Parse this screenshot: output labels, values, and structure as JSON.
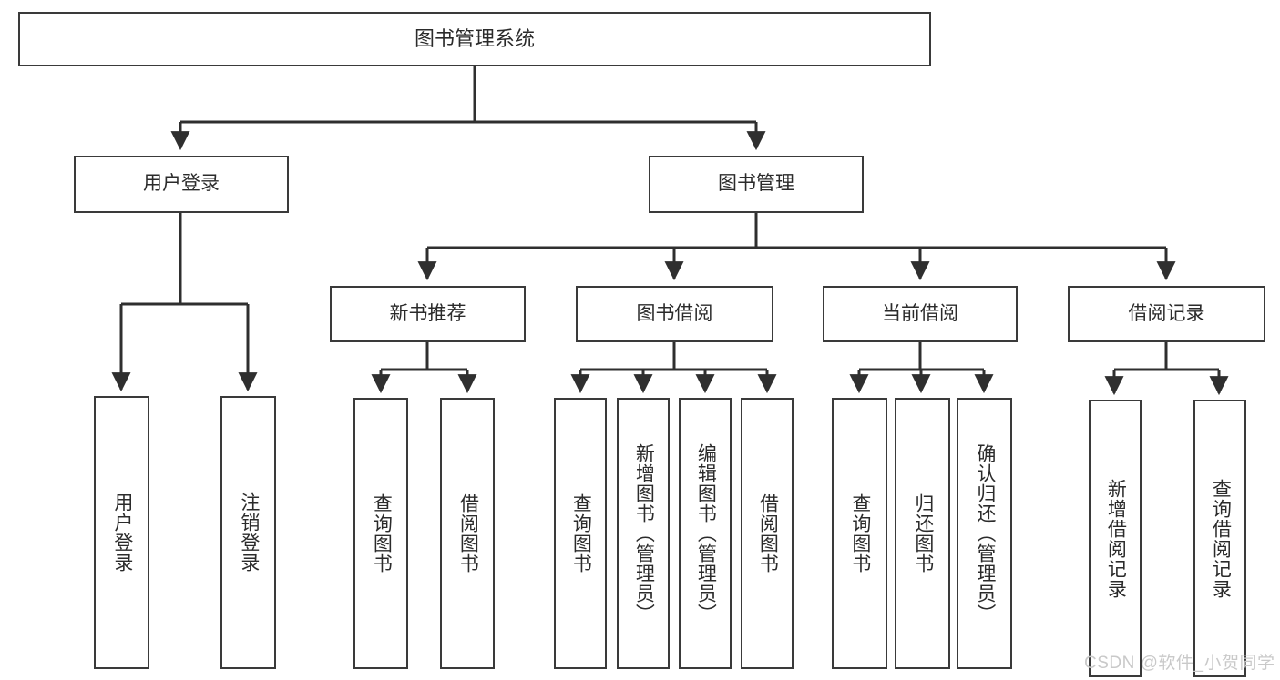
{
  "diagram": {
    "title": "图书管理系统",
    "type": "tree-hierarchy-chart",
    "levels": {
      "root": {
        "label": "图书管理系统"
      },
      "level2": [
        {
          "label": "用户登录"
        },
        {
          "label": "图书管理"
        }
      ],
      "level3": [
        {
          "label": "新书推荐"
        },
        {
          "label": "图书借阅"
        },
        {
          "label": "当前借阅"
        },
        {
          "label": "借阅记录"
        }
      ],
      "leaves": {
        "user_login": [
          {
            "label": "用户登录"
          },
          {
            "label": "注销登录"
          }
        ],
        "new_book": [
          {
            "label": "查询图书"
          },
          {
            "label": "借阅图书"
          }
        ],
        "book_borrow": [
          {
            "label": "查询图书"
          },
          {
            "label": "新增图书（管理员）"
          },
          {
            "label": "编辑图书（管理员）"
          },
          {
            "label": "借阅图书"
          }
        ],
        "current_borrow": [
          {
            "label": "查询图书"
          },
          {
            "label": "归还图书"
          },
          {
            "label": "确认归还（管理员）"
          }
        ],
        "borrow_record": [
          {
            "label": "新增借阅记录"
          },
          {
            "label": "查询借阅记录"
          }
        ]
      }
    },
    "colors": {
      "box_border": "#3a3a3a",
      "connector": "#2f2f2f",
      "text": "#2b2b2b",
      "background": "#ffffff",
      "watermark": "#c9c9c9"
    }
  },
  "watermark": {
    "text": "CSDN @软件_小贺同学"
  }
}
